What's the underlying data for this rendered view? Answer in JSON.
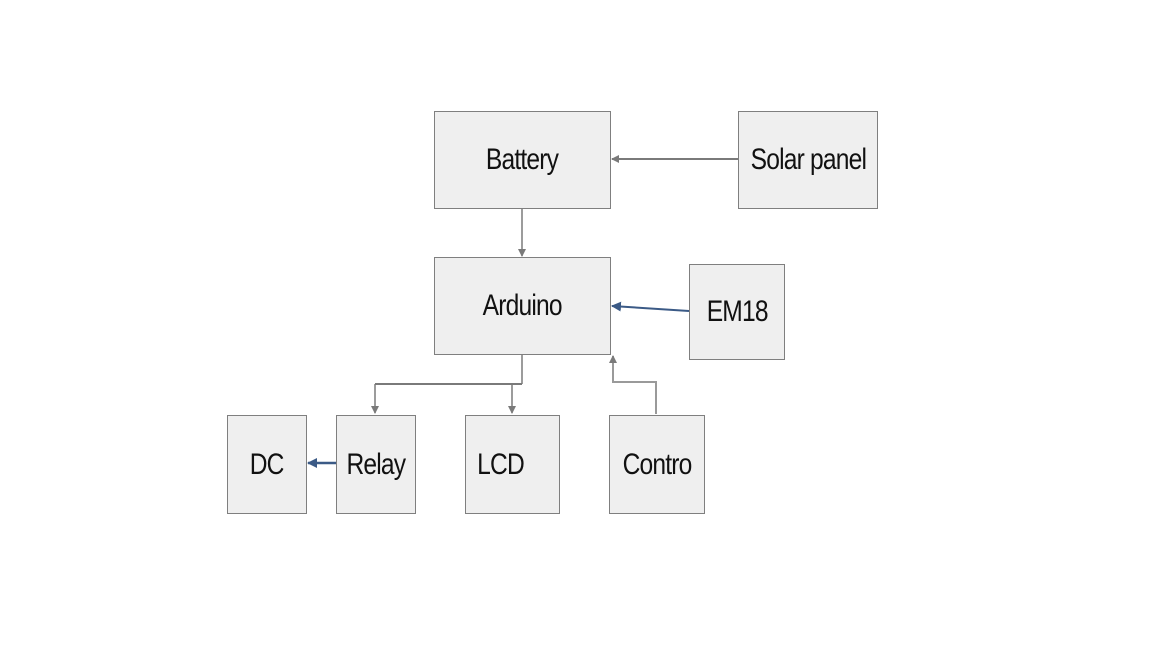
{
  "diagram": {
    "blocks": {
      "battery": "Battery",
      "solar_panel": "Solar panel",
      "arduino": "Arduino",
      "em18": "EM18",
      "dc": "DC",
      "relay": "Relay",
      "lcd": "LCD",
      "contro": "Contro"
    },
    "connections": [
      {
        "from": "Solar panel",
        "to": "Battery"
      },
      {
        "from": "Battery",
        "to": "Arduino"
      },
      {
        "from": "EM18",
        "to": "Arduino"
      },
      {
        "from": "Contro",
        "to": "Arduino"
      },
      {
        "from": "Arduino",
        "to": "Relay"
      },
      {
        "from": "Arduino",
        "to": "LCD"
      },
      {
        "from": "Relay",
        "to": "DC"
      }
    ],
    "colors": {
      "block_fill": "#efefef",
      "block_border": "#7f7f7f",
      "grey_wire": "#7a7a7a",
      "blue_wire": "#3b5a86"
    }
  }
}
